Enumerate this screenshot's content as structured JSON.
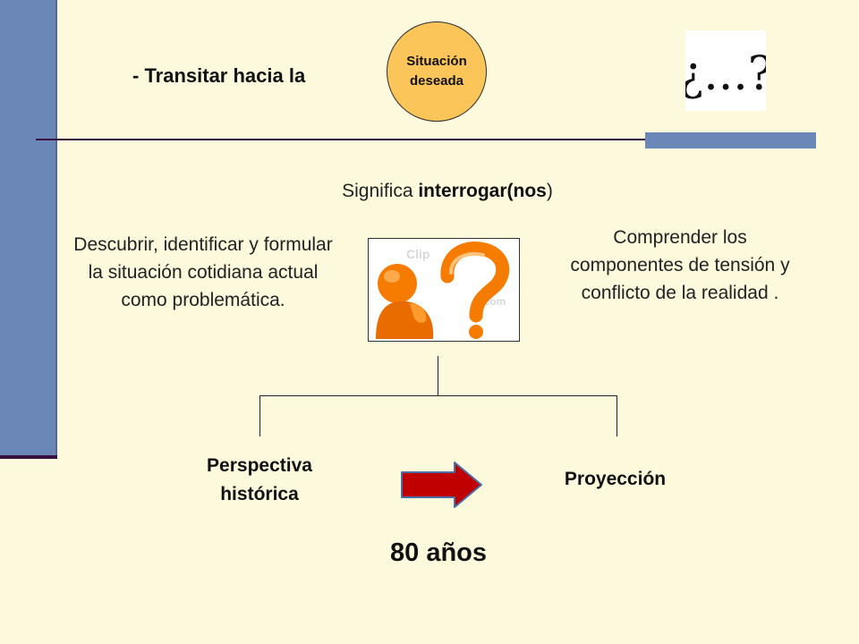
{
  "header": {
    "lead_text": "- Transitar hacia la",
    "circle_line1": "Situación",
    "circle_line2": "deseada",
    "question_glyph": "¿...?"
  },
  "subtitle": {
    "prefix": "Significa ",
    "bold": "interrogar(nos",
    "suffix": ")"
  },
  "left_text": "Descubrir, identificar y formular la situación cotidiana actual como problemática.",
  "right_text": "Comprender los componentes de tensión y conflicto de la realidad .",
  "figure": {
    "watermark_1": "Clip",
    "watermark_2": "o.com"
  },
  "bottom": {
    "left_label_line1": "Perspectiva",
    "left_label_line2": "histórica",
    "right_label": "Proyección",
    "years": "80 años"
  },
  "colors": {
    "background": "#fdf9dc",
    "accent_blue": "#6a87b8",
    "rule": "#3a1040",
    "circle": "#fbc55a",
    "arrow": "#c00000",
    "figure_orange": "#f57c00"
  }
}
